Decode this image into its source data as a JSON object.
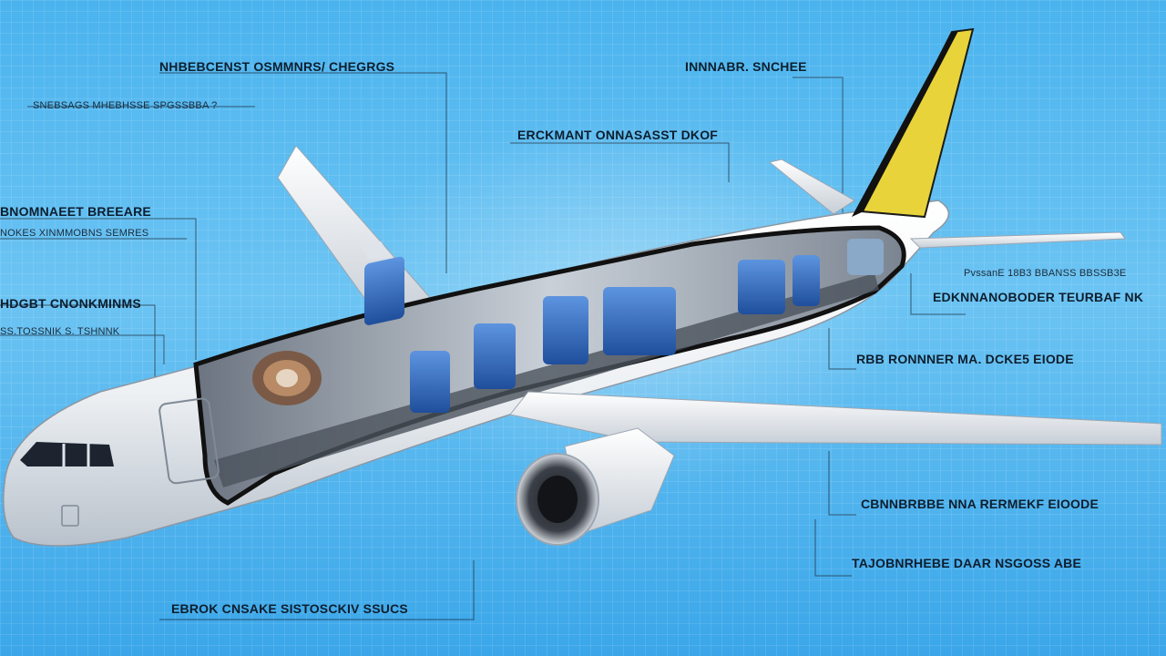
{
  "labels": {
    "top_left_title": "NHBEBCENST OSMMNRS/ CHEGRGS",
    "top_left_sub": "SNEBSAGS  MHEBHSSE  SPGSSBBA ?",
    "top_center": "ERCKMANT ONNASASST DKOF",
    "top_right": "INNNABR. SNCHEE",
    "left_mid_title": "BNOMNAEET BREEARE",
    "left_mid_sub": "NOKES  XINMMOBNS  SEMRES",
    "left_low_title": "HDGBT CNONKMINMS",
    "left_low_sub": "SS.TOSSNIK     S. TSHNNK",
    "right_top_small": "PvssanE 18B3  BBANSS  BBSSB3E",
    "right_top_title": "EDKNNANOBODER TEURBAF NK",
    "right_mid": "RBB RONNNER MA. DCKE5 EIODE",
    "right_low1": "CBNNBRBBE NNA RERMEKF EIOODE",
    "right_low2": "TAJOBNRHEBE DAAR NSGOSS ABE",
    "bottom_center": "EBROK  CNSAKE  SISTOSCKIV SSUCS"
  },
  "colors": {
    "background": "#4ab3ee",
    "fuselage": "#f2f4f6",
    "tail_accent": "#e8d43a",
    "seat_blue": "#2f6fc7",
    "label_text": "#0d1e2e",
    "leader_line": "#1f3346"
  },
  "icons": {
    "aircraft": "airplane-cutaway-illustration"
  }
}
